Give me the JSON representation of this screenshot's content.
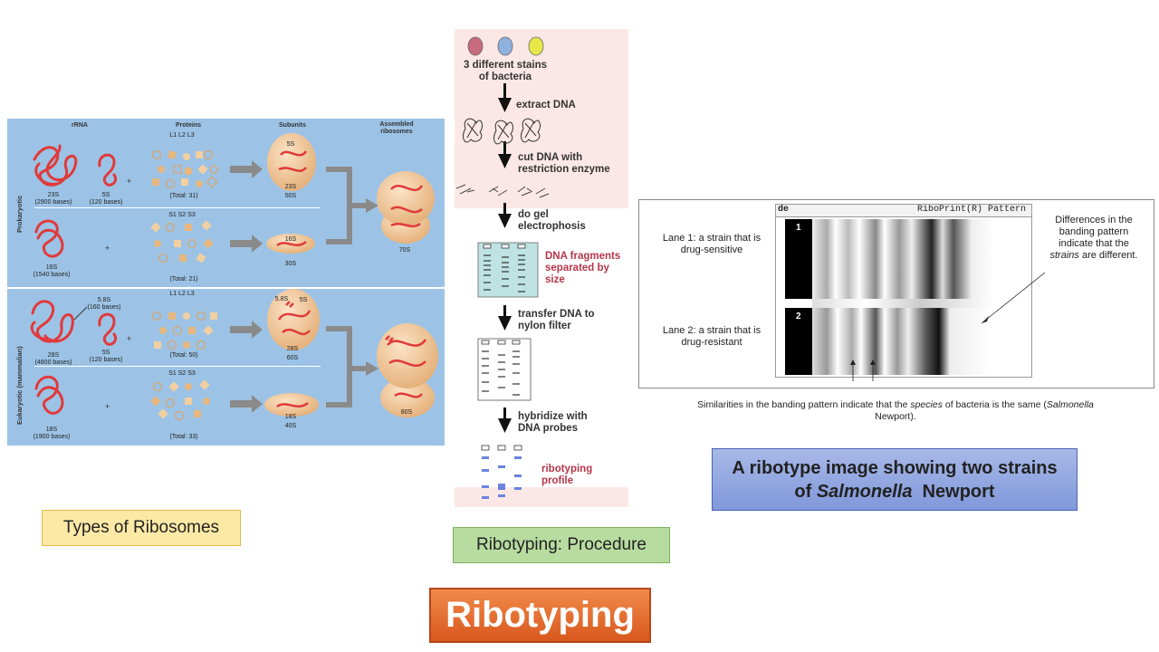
{
  "ribosomes": {
    "headers": {
      "rrna": "rRNA",
      "proteins": "Proteins",
      "subunits": "Subunits",
      "assembled_line1": "Assembled",
      "assembled_line2": "ribosomes"
    },
    "side_labels": {
      "prokaryotic": "Prokaryotic",
      "eukaryotic": "Eukaryotic (mammalian)"
    },
    "proka_large": {
      "rna1": "23S",
      "rna1_bases": "(2900 bases)",
      "rna2": "5S",
      "rna2_bases": "(120 bases)",
      "proteins": "L1  L2  L3",
      "total": "(Total: 31)",
      "sub_top": "5S",
      "sub_mid": "23S",
      "sub_bottom": "50S"
    },
    "proka_small": {
      "rna1": "16S",
      "rna1_bases": "(1540 bases)",
      "proteins": "S1  S2  S3",
      "total": "(Total: 21)",
      "sub_top": "16S",
      "sub_bottom": "30S"
    },
    "proka_assembled": "70S",
    "euka_large": {
      "rna1": "28S",
      "rna1_bases": "(4800 bases)",
      "rna2": "5.8S",
      "rna2_bases": "(160 bases)",
      "rna3": "5S",
      "rna3_bases": "(120 bases)",
      "proteins": "L1  L2  L3",
      "total": "(Total: 50)",
      "sub_top1": "5.8S",
      "sub_top2": "5S",
      "sub_mid": "28S",
      "sub_bottom": "60S"
    },
    "euka_small": {
      "rna1": "18S",
      "rna1_bases": "(1900 bases)",
      "proteins": "S1  S2  S3",
      "total": "(Total: 33)",
      "sub_top": "18S",
      "sub_bottom": "40S"
    },
    "euka_assembled": "80S",
    "plus": "+"
  },
  "procedure": {
    "step1_l1": "3 different stains",
    "step1_l2": "of bacteria",
    "step2": "extract DNA",
    "step3_l1": "cut DNA with",
    "step3_l2": "restriction enzyme",
    "step4_l1": "do gel",
    "step4_l2": "electrophosis",
    "fragments_l1": "DNA fragments",
    "fragments_l2": "separated by size",
    "step5_l1": "transfer DNA to",
    "step5_l2": "nylon filter",
    "step6_l1": "hybridize with",
    "step6_l2": "DNA probes",
    "profile_l1": "ribotyping",
    "profile_l2": "profile",
    "colors": {
      "strain1": "#c76b7e",
      "strain2": "#8fb1e0",
      "strain3": "#e6e84a",
      "highlight": "#fbe8e6",
      "red_text": "#b5364a",
      "gel": "#bfe3e3"
    }
  },
  "ribotype": {
    "header": "RiboPrint(R) Pattern",
    "header_left": "de",
    "lane1_num": "1",
    "lane2_num": "2",
    "lane1_l1": "Lane 1:  a strain that is",
    "lane1_l2": "drug-sensitive",
    "lane2_l1": "Lane 2: a strain that is",
    "lane2_l2": "drug-resistant",
    "diff_l1": "Differences in the",
    "diff_l2": "banding pattern",
    "diff_l3": "indicate that the",
    "diff_l4_em": "strains",
    "diff_l4_rest": " are different.",
    "sim_l1_a": "Similarities in the banding pattern indicate that the ",
    "sim_l1_em": "species",
    "sim_l1_b": " of bacteria is the same (",
    "sim_l1_em2": "Salmonella",
    "sim_l2": "Newport)."
  },
  "labels": {
    "types": "Types of Ribosomes",
    "procedure": "Ribotyping: Procedure",
    "ribotype_l1": "A ribotype image showing two strains",
    "ribotype_l2_em": "Salmonella",
    "ribotype_l2_pre": "of ",
    "ribotype_l2_post": "  Newport",
    "title": "Ribotyping"
  }
}
